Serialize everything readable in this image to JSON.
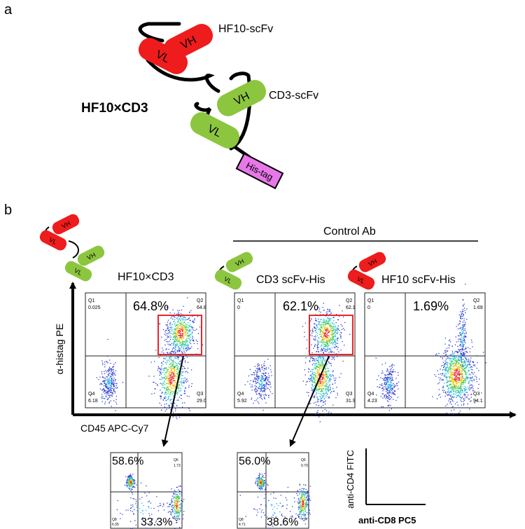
{
  "panel_a": {
    "label": "a",
    "construct_title": "HF10×CD3",
    "hf10_label": "HF10-scFv",
    "cd3_label": "CD3-scFv",
    "hf10_vh": "VH",
    "hf10_vl": "VL",
    "cd3_vh": "VH",
    "cd3_vl": "VL",
    "tag": "His-tag"
  },
  "panel_b": {
    "label": "b",
    "control_header": "Control Ab",
    "y_axis": "α-histag PE",
    "x_axis": "CD45 APC-Cy7",
    "icon_vh": "VH",
    "icon_vl": "VL",
    "plots": [
      {
        "title": "HF10×CD3",
        "q1_name": "Q1",
        "q1_val": "0.025",
        "q2_name": "Q2",
        "q2_val": "64.8",
        "q3_name": "Q3",
        "q3_val": "29.0",
        "q4_name": "Q4",
        "q4_val": "6.18",
        "big": "64.8%"
      },
      {
        "title": "CD3 scFv-His",
        "q1_name": "Q1",
        "q1_val": "0",
        "q2_name": "Q2",
        "q2_val": "62.1",
        "q3_name": "Q3",
        "q3_val": "31.9",
        "q4_name": "Q4",
        "q4_val": "5.92",
        "big": "62.1%"
      },
      {
        "title": "HF10 scFv-His",
        "q1_name": "Q1",
        "q1_val": "0",
        "q2_name": "Q2",
        "q2_val": "1.69",
        "q3_name": "Q3",
        "q3_val": "94.1",
        "q4_name": "Q4",
        "q4_val": "4.23",
        "big": "1.69%"
      }
    ],
    "subplots": [
      {
        "top_pct": "58.6%",
        "bottom_pct": "33.3%",
        "q_tr_name": "Q6",
        "q_tr_val": "1.73",
        "q_bl_name": "Q8",
        "q_bl_val": "6.35",
        "q_br_name": "Q7"
      },
      {
        "top_pct": "56.0%",
        "bottom_pct": "38.6%",
        "q_tr_name": "Q6",
        "q_tr_val": "0.70",
        "q_bl_name": "Q8",
        "q_bl_val": "4.71",
        "q_br_name": "Q7"
      }
    ],
    "cd4_axis": "anti-CD4 FITC",
    "cd8_axis": "anti-CD8 PC5"
  },
  "colors": {
    "vh_red": "#ee1c1c",
    "vl_green": "#8cc63f",
    "his_tag": "#e877e8",
    "gate_red": "#e8262a"
  }
}
